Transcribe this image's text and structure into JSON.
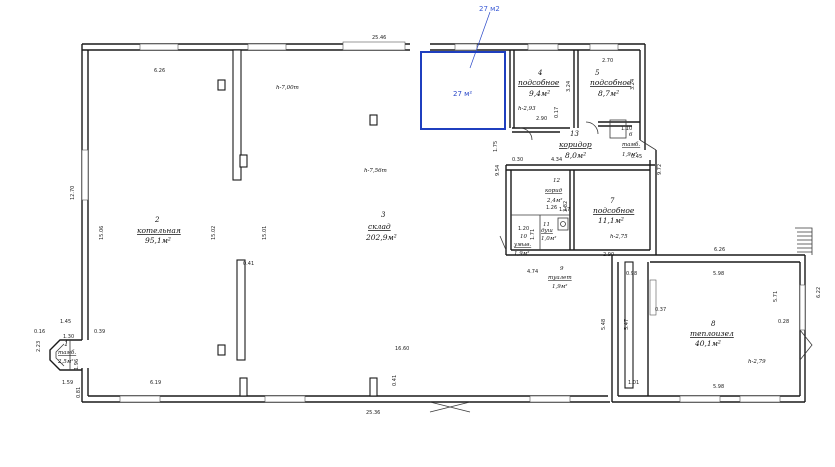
{
  "annotation": {
    "top_label": "27 м2",
    "box_label": "27 м²",
    "color": "#1f3fbf"
  },
  "dimensions": {
    "top_total": "25.46",
    "bottom_total": "25.36",
    "left_height": "12.70",
    "room2_width": "6.26",
    "room2_bottom": "6.19",
    "room8_top_outer": "6.26",
    "room8_top": "5.98",
    "room8_bottom": "5.98",
    "room5_width": "2.70",
    "ceiling_high_a": "h-7,00m",
    "ceiling_main": "h-7,56m",
    "ceiling_4": "h-2,93",
    "ceiling_7": "h-2,75",
    "ceiling_8": "h-2,79",
    "d_1506": "15.06",
    "d_1502": "15.02",
    "d_1501": "15.01",
    "d_1660": "16.60",
    "d_041a": "0.41",
    "d_041b": "0.41",
    "d_039": "0.39",
    "d_145": "1.45",
    "d_016": "0.16",
    "d_223": "2.23",
    "d_130": "1.30",
    "d_196": "1.96",
    "d_159": "1.59",
    "d_081": "0.81",
    "d_324a": "3.24",
    "d_324b": "3.24",
    "d_290": "2.90",
    "d_017": "0.17",
    "d_175": "1.75",
    "d_434": "4.34",
    "d_030": "0.30",
    "d_954": "9.54",
    "d_382": "3.82",
    "d_126": "1.26",
    "d_117": "1.17",
    "d_110": "1.10",
    "d_045": "0.45",
    "d_972": "9.72",
    "d_290b": "2.90",
    "d_474": "4.74",
    "d_098": "0.98",
    "d_548": "5.48",
    "d_547": "5.47",
    "d_037": "0.37",
    "d_101": "1.01",
    "d_571": "5.71",
    "d_622": "6.22",
    "d_028": "0.28",
    "d_171": "1.71",
    "d_120": "1.20"
  },
  "rooms": [
    {
      "num": "1",
      "name": "тамб.",
      "area": "2,5м²"
    },
    {
      "num": "2",
      "name": "котельная",
      "area": "95,1м²"
    },
    {
      "num": "3",
      "name": "склад",
      "area": "202,9м²"
    },
    {
      "num": "4",
      "name": "подсобное",
      "area": "9,4м²"
    },
    {
      "num": "5",
      "name": "подсобное",
      "area": "8,7м²"
    },
    {
      "num": "6",
      "name": "тамб.",
      "area": "1,9м²"
    },
    {
      "num": "7",
      "name": "подсобное",
      "area": "11,1м²"
    },
    {
      "num": "8",
      "name": "теплоизел",
      "area": "40,1м²"
    },
    {
      "num": "9",
      "name": "туалет",
      "area": "1,9м²"
    },
    {
      "num": "10",
      "name": "умыв.",
      "area": "1,9м²"
    },
    {
      "num": "11",
      "name": "душ",
      "area": "1,0м²"
    },
    {
      "num": "12",
      "name": "корид",
      "area": "2,4м²"
    },
    {
      "num": "13",
      "name": "коридор",
      "area": "8,0м²"
    }
  ]
}
